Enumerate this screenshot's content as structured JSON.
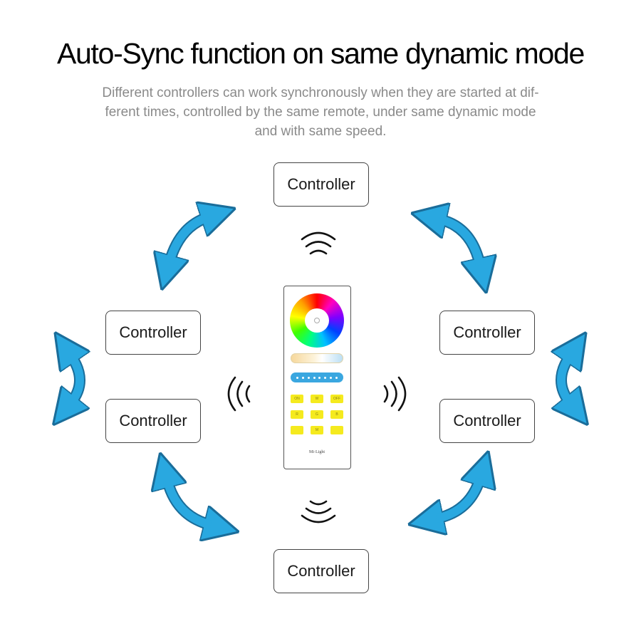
{
  "title": "Auto-Sync function on same dynamic mode",
  "subtitle_lines": [
    "Different controllers can work synchronously when they are started at dif-",
    "ferent times, controlled by the same remote, under same dynamic mode",
    "and with same speed."
  ],
  "controllers": [
    "Controller",
    "Controller",
    "Controller",
    "Controller",
    "Controller",
    "Controller"
  ],
  "remote": {
    "brand": "Mi·Light",
    "buttons": [
      "ON",
      "W",
      "OFF",
      "R",
      "G",
      "B",
      "",
      "M",
      ""
    ]
  },
  "colors": {
    "arrow": "#29a8e0",
    "arrow_outline": "#1a6d9a",
    "text": "#000000",
    "subtitle": "#8a8a8a"
  },
  "icons": {
    "signal": "wireless-signal-icon",
    "sync_arrow": "double-headed-curved-arrow-icon"
  }
}
